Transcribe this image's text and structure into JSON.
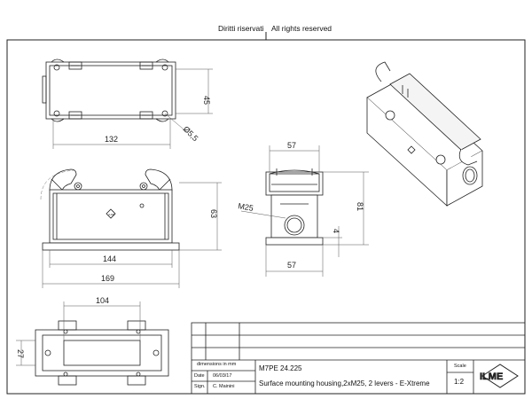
{
  "header": {
    "rights_it": "Diritti riservati",
    "rights_en": "All rights reserved"
  },
  "dimensions": {
    "width_top": "132",
    "height_top": "45",
    "hole": "Ø5,5",
    "front_height": "63",
    "front_inner": "144",
    "front_total": "169",
    "side_width_top": "57",
    "side_width_bottom": "57",
    "side_height": "81",
    "side_small": "4",
    "thread": "M25",
    "bottom_width": "104",
    "bottom_height": "27"
  },
  "title_block": {
    "dim_note": "dimensions in mm",
    "date_label": "Date",
    "date_value": "06/03/17",
    "sign_label": "Sign.",
    "sign_value": "C. Mainini",
    "code": "M7PE 24.225",
    "description": "Surface mounting housing,2xM25, 2 levers - E-Xtreme",
    "scale_label": "Scale",
    "scale_value": "1:2",
    "logo_text": "ILME"
  },
  "colors": {
    "line": "#222222",
    "dim_line": "#555555"
  }
}
